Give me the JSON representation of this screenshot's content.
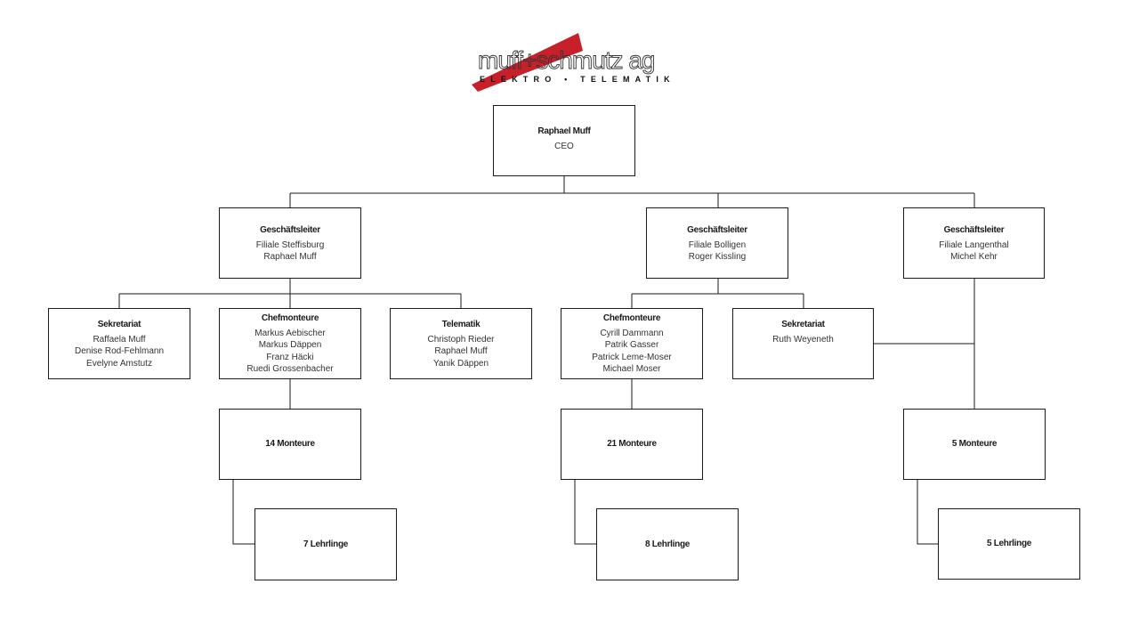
{
  "logo": {
    "brand": "muff+schmutz ag",
    "tagline": "ELEKTRO • TELEMATIK",
    "brand_color": "#c8202a"
  },
  "ceo": {
    "name": "Raphael Muff",
    "role": "CEO"
  },
  "branches": [
    {
      "title": "Geschäftsleiter",
      "lines": [
        "Filiale Steffisburg",
        "Raphael Muff"
      ],
      "departments": [
        {
          "title": "Sekretariat",
          "lines": [
            "Raffaela Muff",
            "Denise Rod-Fehlmann",
            "Evelyne Amstutz"
          ]
        },
        {
          "title": "Chefmonteure",
          "lines": [
            "Markus Aebischer",
            "Markus Däppen",
            "Franz Häcki",
            "Ruedi Grossenbacher"
          ]
        },
        {
          "title": "Telematik",
          "lines": [
            "Christoph Rieder",
            "Raphael Muff",
            "Yanik Däppen"
          ]
        }
      ],
      "monteure": "14 Monteure",
      "lehrlinge": "7 Lehrlinge"
    },
    {
      "title": "Geschäftsleiter",
      "lines": [
        "Filiale Bolligen",
        "Roger Kissling"
      ],
      "departments": [
        {
          "title": "Chefmonteure",
          "lines": [
            "Cyrill Dammann",
            "Patrik Gasser",
            "Patrick Leme-Moser",
            "Michael Moser"
          ]
        },
        {
          "title": "Sekretariat",
          "lines": [
            "Ruth Weyeneth"
          ]
        }
      ],
      "monteure": "21 Monteure",
      "lehrlinge": "8 Lehrlinge"
    },
    {
      "title": "Geschäftsleiter",
      "lines": [
        "Filiale Langenthal",
        "Michel Kehr"
      ],
      "monteure": "5 Monteure",
      "lehrlinge": "5 Lehrlinge"
    }
  ]
}
